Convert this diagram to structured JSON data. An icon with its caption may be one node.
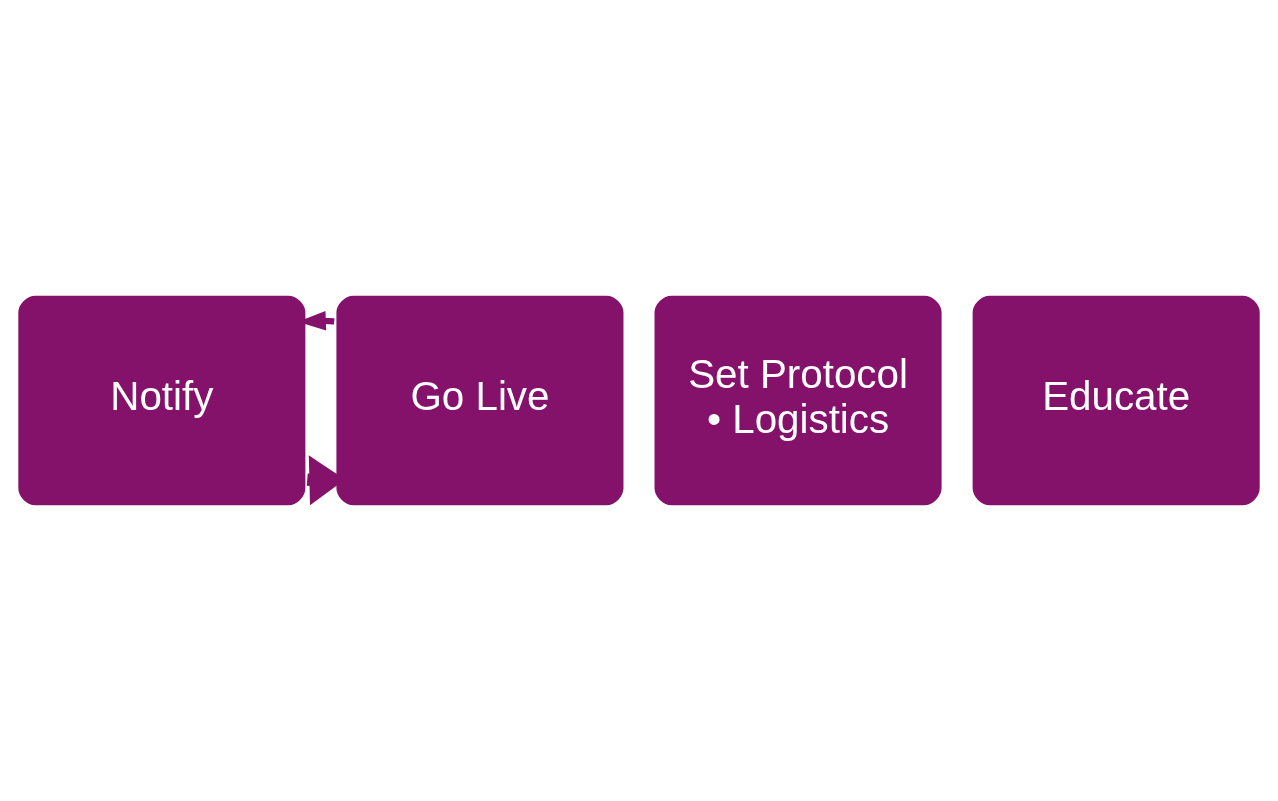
{
  "diagram": {
    "nodes": [
      {
        "text": [
          "Notify"
        ]
      },
      {
        "text": [
          "Set Protocol",
          "• Logistics"
        ]
      },
      {
        "text": [
          "Educate"
        ]
      },
      {
        "text": [
          "Go Live"
        ]
      }
    ],
    "edges": [
      {
        "from": 0,
        "to": 3,
        "arrow": "to",
        "style": "thick"
      },
      {
        "from": 3,
        "to": 0,
        "arrow": "to"
      }
    ]
  }
}
